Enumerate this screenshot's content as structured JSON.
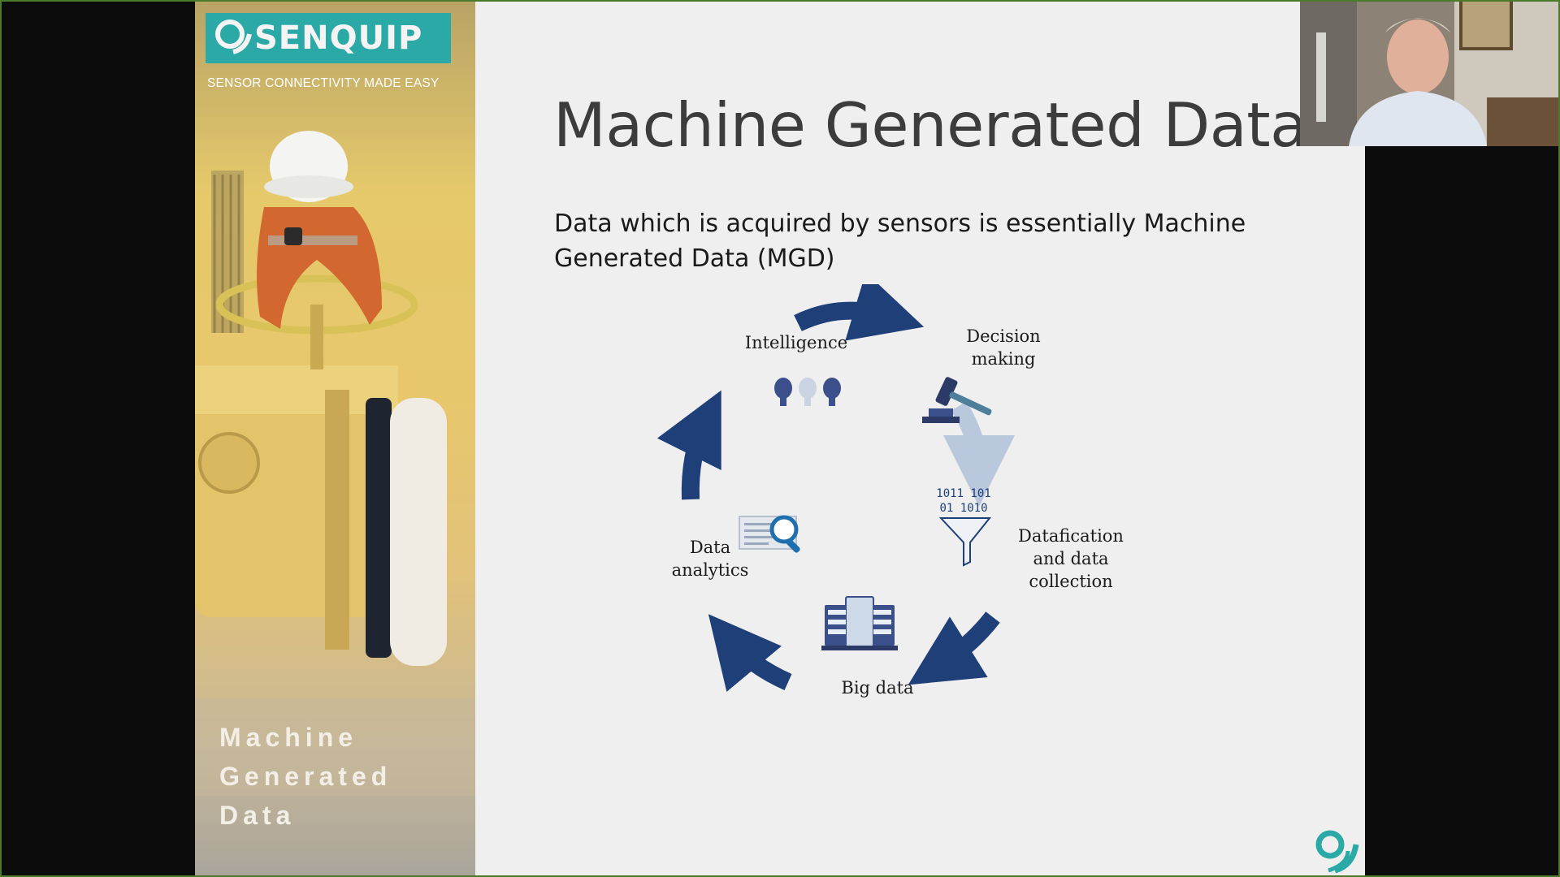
{
  "slide": {
    "brand": {
      "logo_text": "SENQUIP",
      "tagline": "SENSOR CONNECTIVITY MADE EASY",
      "panel_caption_lines": [
        "Machine",
        "Generated",
        "Data"
      ],
      "accent_color": "#2aa9a6"
    },
    "title": "Machine Generated Data",
    "subtitle": "Data which is acquired by sensors is essentially Machine Generated Data (MGD)",
    "cycle": {
      "arrow_color": "#1f3f78",
      "faded_arrow_color": "#b9c8dc",
      "stages": [
        {
          "label": "Intelligence",
          "icon": "light-bulbs-icon"
        },
        {
          "label": "Decision making",
          "icon": "gavel-icon"
        },
        {
          "label": "Datafication and data collection",
          "icon": "binary-funnel-icon"
        },
        {
          "label": "Big data",
          "icon": "servers-icon"
        },
        {
          "label": "Data analytics",
          "icon": "magnifier-on-data-icon"
        }
      ],
      "binary_text_top": "1011 101",
      "binary_text_bottom": "01 1010"
    }
  },
  "webcam": {
    "icon": "presenter-video-feed"
  }
}
